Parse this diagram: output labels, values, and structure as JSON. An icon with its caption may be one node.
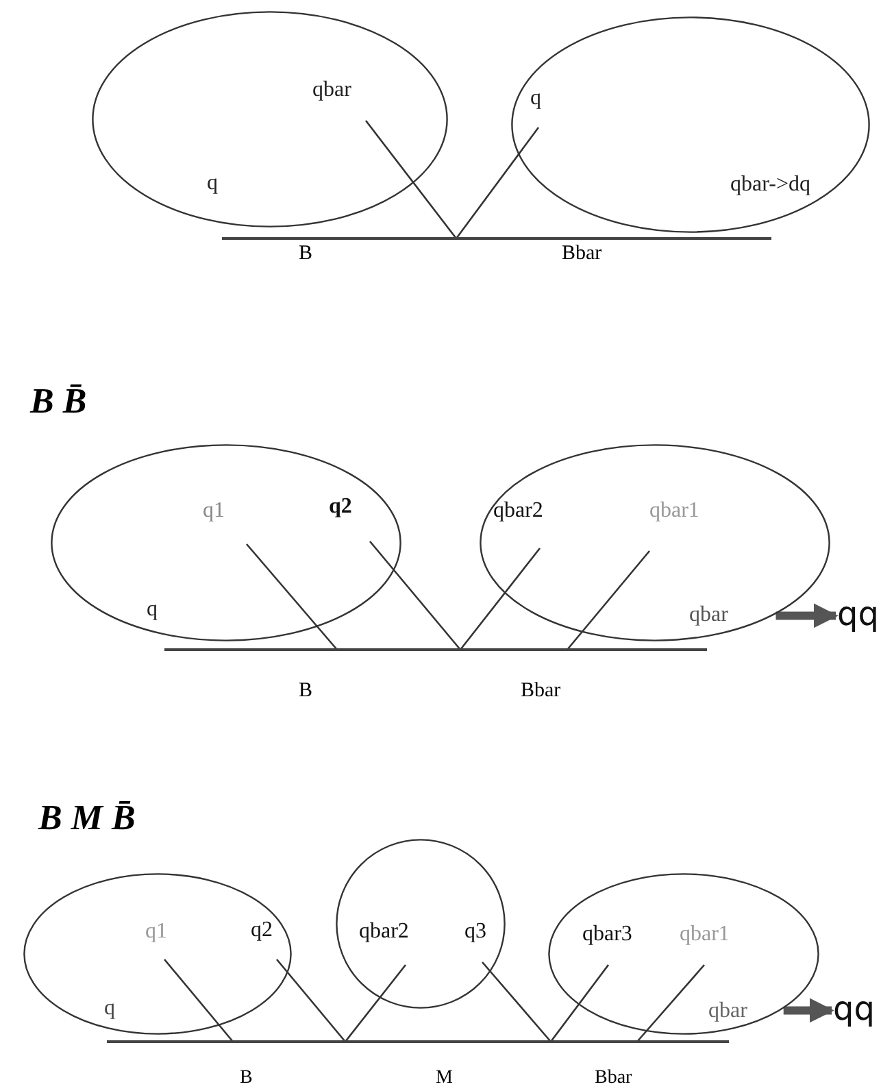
{
  "diagram": {
    "nodes": [
      {
        "text": [
          "qbar",
          "q"
        ]
      },
      {
        "text": [
          "q",
          "qbar->dq"
        ]
      },
      {
        "text": [],
        "shape": "bar"
      },
      {
        "text": [
          "q1",
          "q2",
          "q"
        ]
      },
      {
        "text": [
          "qbar2",
          "qbar1",
          "qbar"
        ]
      },
      {
        "text": [
          "qq"
        ]
      },
      {
        "text": [],
        "shape": "bar"
      },
      {
        "text": [
          "q1",
          "q2",
          "q"
        ]
      },
      {
        "text": [
          "qbar2",
          "q3"
        ]
      },
      {
        "text": [
          "qbar3",
          "qbar1",
          "qbar"
        ]
      },
      {
        "text": [
          "qq"
        ]
      },
      {
        "text": [],
        "shape": "bar"
      }
    ],
    "edges": [
      {
        "from": 0,
        "to": 2,
        "arrow": "none"
      },
      {
        "from": 1,
        "to": 2,
        "arrow": "none"
      },
      {
        "from": 3,
        "to": 6,
        "arrow": "none"
      },
      {
        "from": 3,
        "to": 6,
        "arrow": "none"
      },
      {
        "from": 4,
        "to": 6,
        "arrow": "none"
      },
      {
        "from": 4,
        "to": 6,
        "arrow": "none"
      },
      {
        "from": 4,
        "to": 5,
        "arrow": "to",
        "style": "thick"
      },
      {
        "from": 7,
        "to": 11,
        "arrow": "none"
      },
      {
        "from": 7,
        "to": 11,
        "arrow": "none"
      },
      {
        "from": 8,
        "to": 11,
        "arrow": "none"
      },
      {
        "from": 8,
        "to": 11,
        "arrow": "none"
      },
      {
        "from": 9,
        "to": 11,
        "arrow": "none"
      },
      {
        "from": 9,
        "to": 11,
        "arrow": "none"
      },
      {
        "from": 9,
        "to": 10,
        "arrow": "to",
        "style": "thick"
      }
    ],
    "labels": [
      "B",
      "Bbar",
      "B B̄",
      "B",
      "Bbar",
      "B M B̄",
      "B",
      "M",
      "Bbar"
    ]
  }
}
